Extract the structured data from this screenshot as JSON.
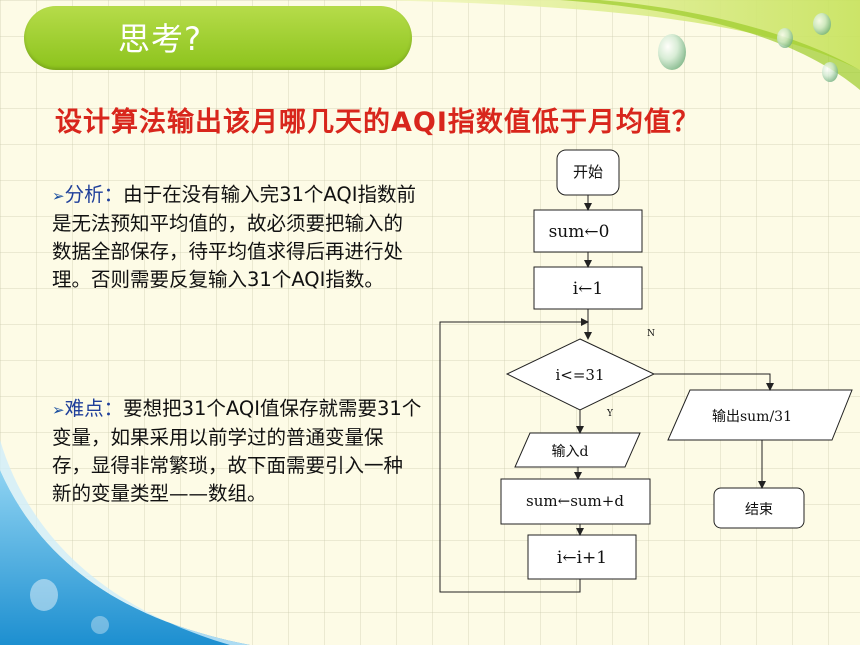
{
  "header": {
    "title": "思考?"
  },
  "question": "设计算法输出该月哪几天的AQI指数值低于月均值？",
  "analysis": {
    "bullet": "➢",
    "label": "分析：",
    "text": "由于在没有输入完31个AQI指数前是无法预知平均值的，故必须要把输入的数据全部保存，待平均值求得后再进行处理。否则需要反复输入31个AQI指数。"
  },
  "difficulty": {
    "bullet": "➢",
    "label": "难点：",
    "text": "要想把31个AQI值保存就需要31个变量，如果采用以前学过的普通变量保存，显得非常繁琐，故下面需要引入一种新的变量类型——数组。"
  },
  "flowchart": {
    "start": "开始",
    "init_sum": "sum←0",
    "init_i": "i←1",
    "condition": "i<=31",
    "yes": "Y",
    "no": "N",
    "input": "输入d",
    "accumulate": "sum←sum+d",
    "increment": "i←i+1",
    "output": "输出sum/31",
    "end": "结束"
  },
  "colors": {
    "header": "#8cc31c",
    "question": "#d8261c",
    "label": "#1f3f9a"
  }
}
